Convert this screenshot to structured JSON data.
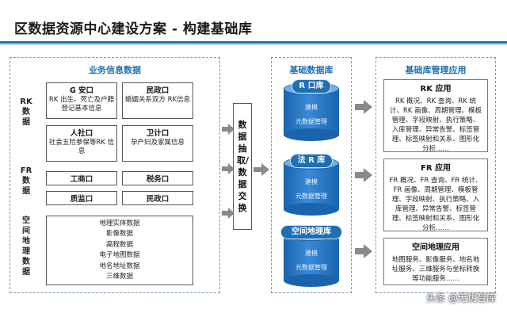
{
  "title": "区数据资源中心建设方案 - 构建基础库",
  "business_panel": {
    "label": "业务信息数据",
    "groups": [
      {
        "label": "RK数据"
      },
      {
        "label": "FR数据"
      },
      {
        "label": "空间地理数据"
      }
    ],
    "rk_boxes": [
      {
        "title": "G 安口",
        "desc": "RK 出生、死亡及户籍登记基本信息"
      },
      {
        "title": "民政口",
        "desc": "婚姻关系双方 RK信息"
      },
      {
        "title": "人社口",
        "desc": "社会五险参保等RK 信息"
      },
      {
        "title": "卫计口",
        "desc": "孕产妇及家属信息"
      }
    ],
    "fr_boxes": [
      "工商口",
      "税务口",
      "质监口",
      "民政口"
    ],
    "spatial_items": [
      "地理实体数据",
      "影像数据",
      "高程数据",
      "电子地图数据",
      "地名地址数据",
      "三维数据"
    ]
  },
  "extract_label": "数据抽取/数据交换",
  "base_panel": {
    "label": "基础数据库",
    "dbs": [
      {
        "name": "R 口库",
        "line1": "建模",
        "line2": "元数据管理"
      },
      {
        "name": "法 R 库",
        "line1": "建模",
        "line2": "元数据管理"
      },
      {
        "name": "空间地理库",
        "line1": "建模",
        "line2": "元数据管理"
      }
    ]
  },
  "app_panel": {
    "label": "基础库管理应用",
    "apps": [
      {
        "title": "RK 应用",
        "desc": "RK 概况、RK 查询、RK 统计、RK 画像、周期管理、模板管理、字段映射、执行策略、入库管理、异常告警、标签管理、标签映射和关系、图形化分析……"
      },
      {
        "title": "FR 应用",
        "desc": "FR 概况、FR 查询、FR 统计、FR 画像、周期管理、模板管理、字段映射、执行策略、入库管理、异常告警、标签管理、标签映射和关系、图形化分析……"
      },
      {
        "title": "空间地理应用",
        "desc": "地图服务、影像服务、地名地址服务、三维服务与坐标转换等功能服务……"
      }
    ]
  },
  "watermark": "头条 @无忧智库",
  "colors": {
    "accent": "#1f6fb3",
    "cylinder": "#1a64ad",
    "arrow": "#8a8a8a"
  }
}
